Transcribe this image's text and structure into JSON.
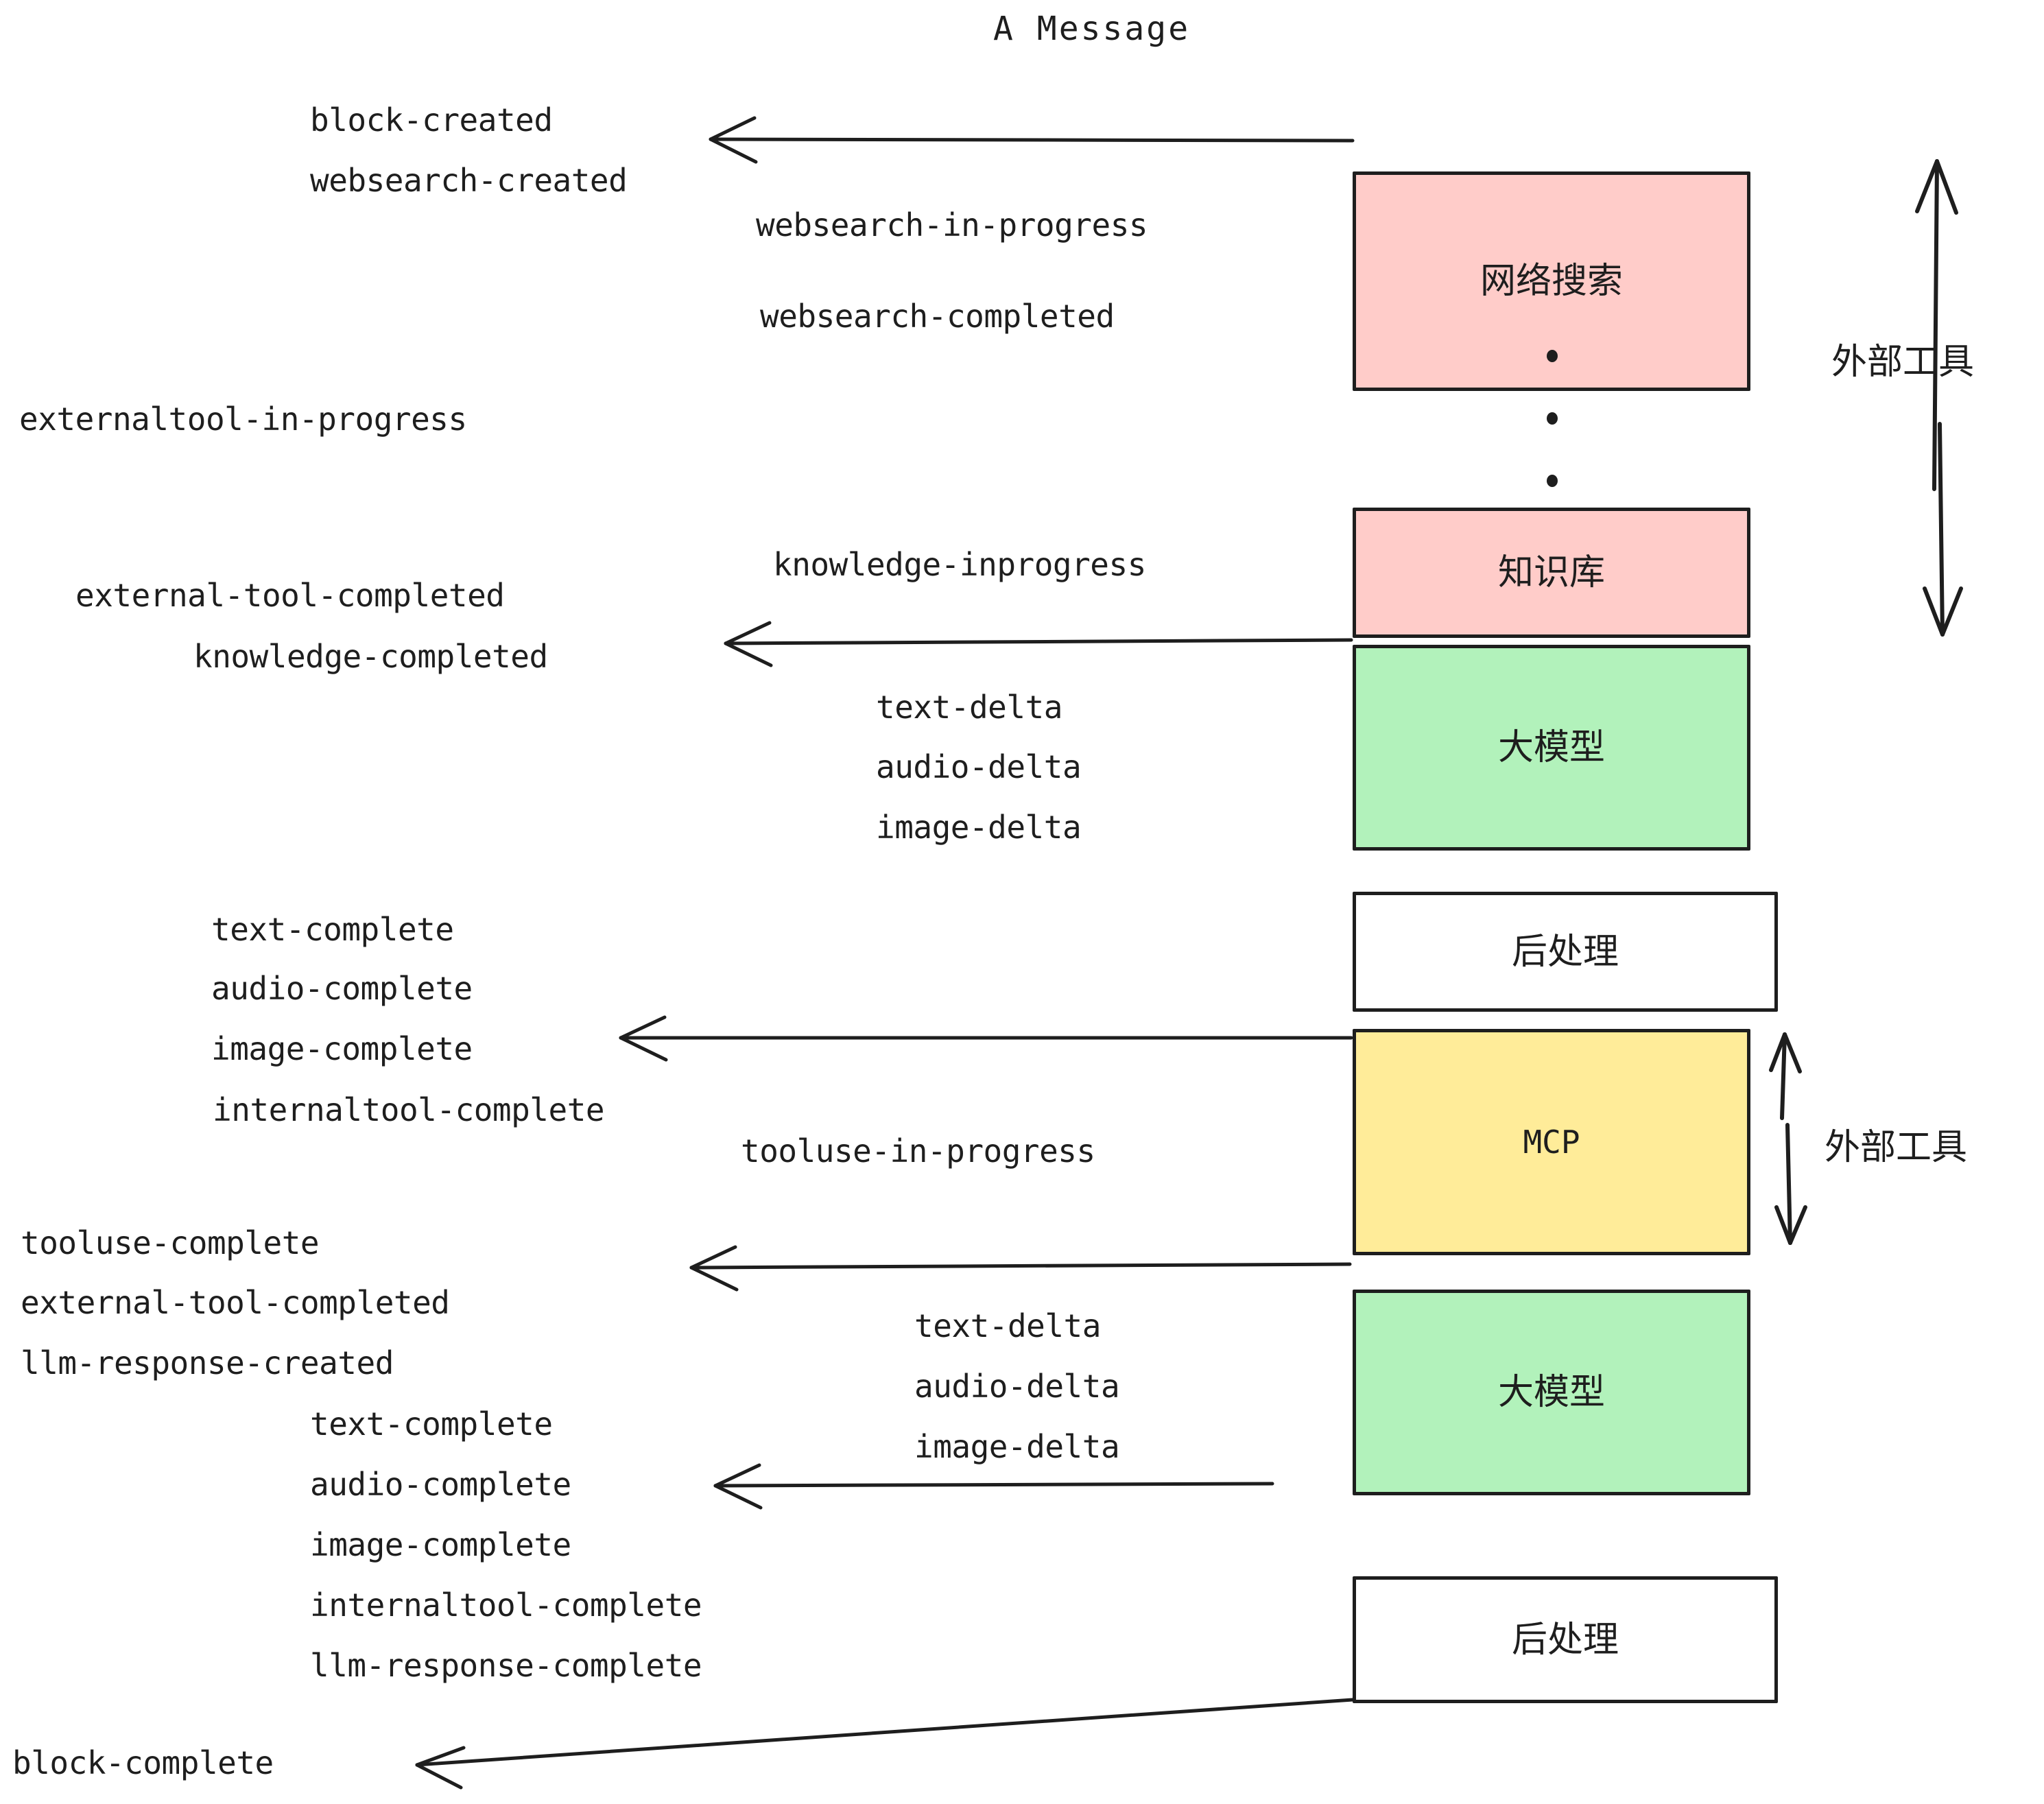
{
  "title": "A Message",
  "colors": {
    "pink": "#FFCCC9",
    "green": "#B2F2BB",
    "yellow": "#FFEC99",
    "white": "#FFFFFF",
    "stroke": "#1e1e1e",
    "background": "#FFFFFF"
  },
  "boxes": [
    {
      "id": "websearch",
      "label": "网络搜索",
      "fill": "#FFCCC9"
    },
    {
      "id": "knowledge",
      "label": "知识库",
      "fill": "#FFCCC9"
    },
    {
      "id": "llm-1",
      "label": "大模型",
      "fill": "#B2F2BB"
    },
    {
      "id": "postprocess-1",
      "label": "后处理",
      "fill": "#FFFFFF"
    },
    {
      "id": "mcp",
      "label": "MCP",
      "fill": "#FFEC99"
    },
    {
      "id": "llm-2",
      "label": "大模型",
      "fill": "#B2F2BB"
    },
    {
      "id": "postprocess-2",
      "label": "后处理",
      "fill": "#FFFFFF"
    }
  ],
  "side_labels": [
    {
      "id": "external-tool-top",
      "text": "外部工具"
    },
    {
      "id": "external-tool-bottom",
      "text": "外部工具"
    }
  ],
  "events_left": [
    {
      "id": "block-created",
      "text": "block-created"
    },
    {
      "id": "websearch-created",
      "text": "websearch-created"
    },
    {
      "id": "externaltool-in-progress",
      "text": "externaltool-in-progress"
    },
    {
      "id": "external-tool-completed-1",
      "text": "external-tool-completed"
    },
    {
      "id": "knowledge-completed",
      "text": "knowledge-completed"
    },
    {
      "id": "text-complete-1",
      "text": "text-complete"
    },
    {
      "id": "audio-complete-1",
      "text": "audio-complete"
    },
    {
      "id": "image-complete-1",
      "text": "image-complete"
    },
    {
      "id": "internaltool-complete-1",
      "text": "internaltool-complete"
    },
    {
      "id": "tooluse-complete",
      "text": "tooluse-complete"
    },
    {
      "id": "external-tool-completed-2",
      "text": "external-tool-completed"
    },
    {
      "id": "llm-response-created",
      "text": "llm-response-created"
    },
    {
      "id": "text-complete-2",
      "text": "text-complete"
    },
    {
      "id": "audio-complete-2",
      "text": "audio-complete"
    },
    {
      "id": "image-complete-2",
      "text": "image-complete"
    },
    {
      "id": "internaltool-complete-2",
      "text": "internaltool-complete"
    },
    {
      "id": "llm-response-complete",
      "text": "llm-response-complete"
    },
    {
      "id": "block-complete",
      "text": "block-complete"
    }
  ],
  "events_middle": [
    {
      "id": "websearch-in-progress",
      "text": "websearch-in-progress"
    },
    {
      "id": "websearch-completed",
      "text": "websearch-completed"
    },
    {
      "id": "knowledge-inprogress",
      "text": "knowledge-inprogress"
    },
    {
      "id": "text-delta-1",
      "text": "text-delta"
    },
    {
      "id": "audio-delta-1",
      "text": "audio-delta"
    },
    {
      "id": "image-delta-1",
      "text": "image-delta"
    },
    {
      "id": "tooluse-in-progress",
      "text": "tooluse-in-progress"
    },
    {
      "id": "text-delta-2",
      "text": "text-delta"
    },
    {
      "id": "audio-delta-2",
      "text": "audio-delta"
    },
    {
      "id": "image-delta-2",
      "text": "image-delta"
    }
  ]
}
